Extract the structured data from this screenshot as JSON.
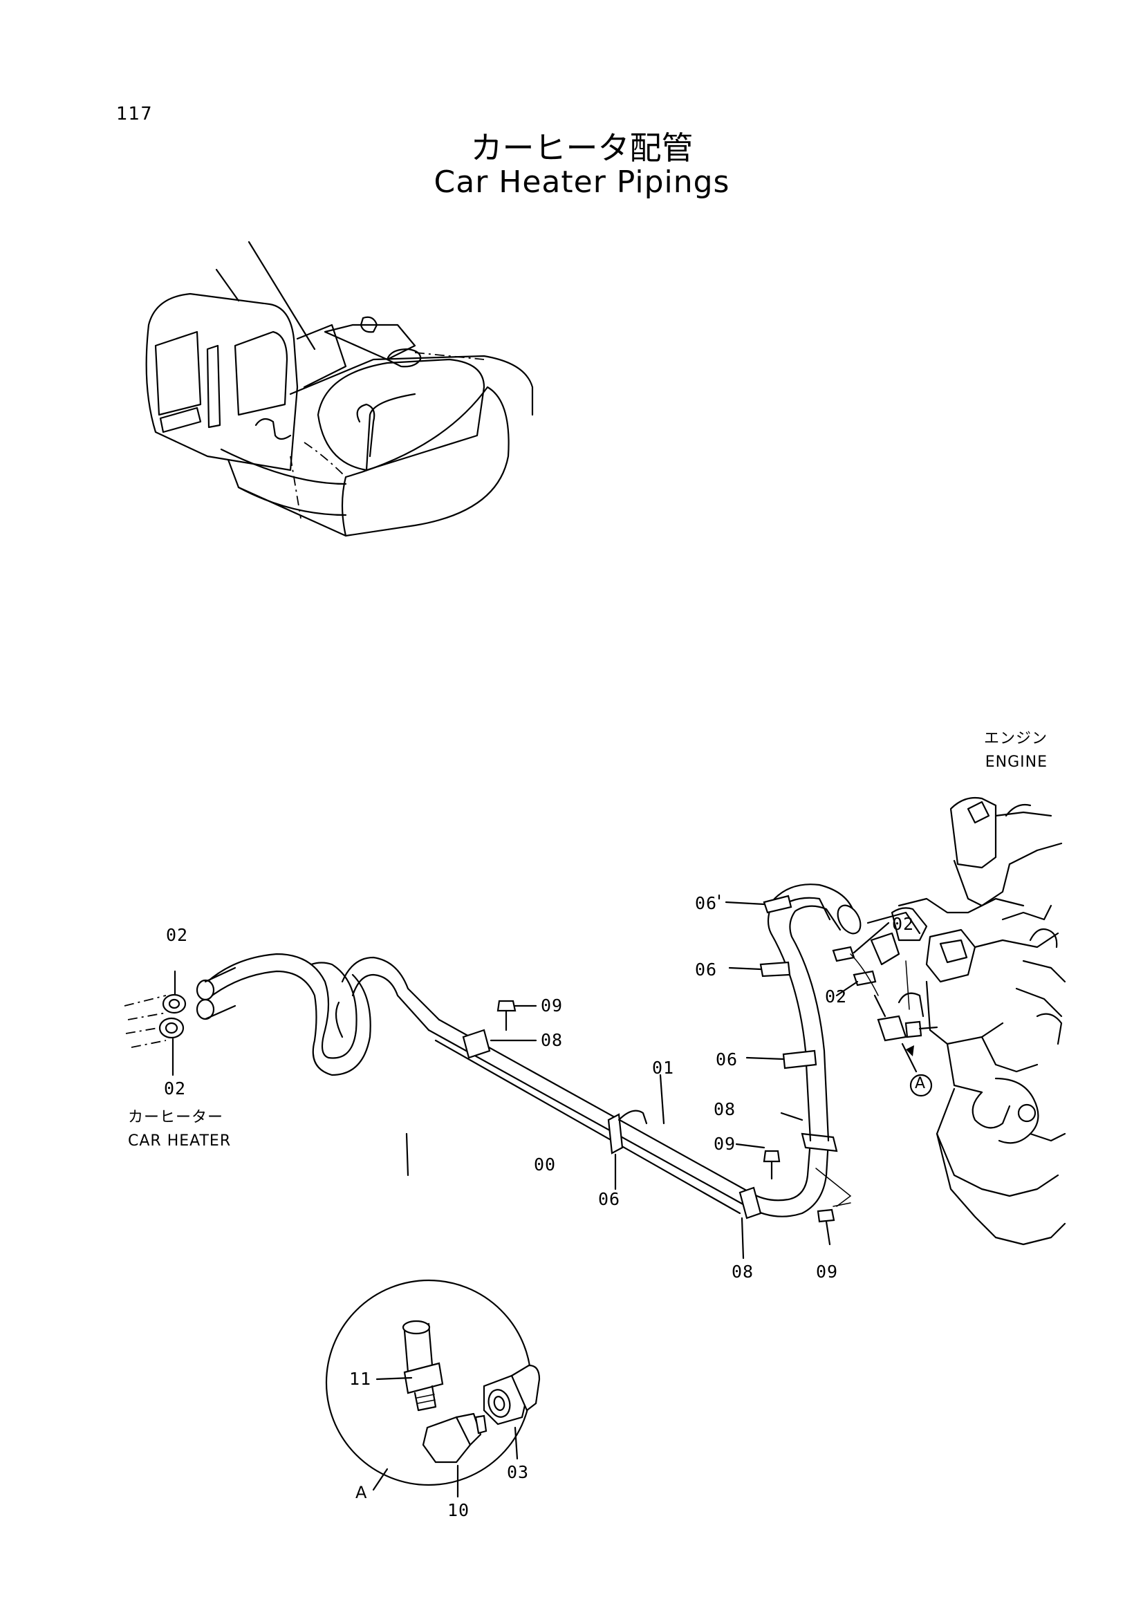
{
  "page": {
    "number": "117",
    "title_jp": "カーヒータ配管",
    "title_en": "Car Heater Pipings"
  },
  "labels": {
    "engine_jp": "エンジン",
    "engine_en": "ENGINE",
    "car_heater_jp": "カーヒーター",
    "car_heater_en": "CAR HEATER",
    "detail_a": "A",
    "marker_a": "A"
  },
  "callouts": {
    "c02_top_left": "02",
    "c02_bottom_left": "02",
    "c09_mid": "09",
    "c08_mid": "08",
    "c01": "01",
    "c00": "00",
    "c06_bottom": "06",
    "c08_bottom": "08",
    "c09_bottom": "09",
    "c09_right": "09",
    "c08_right": "08",
    "c06_right_1": "06",
    "c06_right_2": "06",
    "c06_right_3": "06",
    "c02_right_1": "02",
    "c02_right_2": "02",
    "c11": "11",
    "c10": "10",
    "c03": "03"
  }
}
